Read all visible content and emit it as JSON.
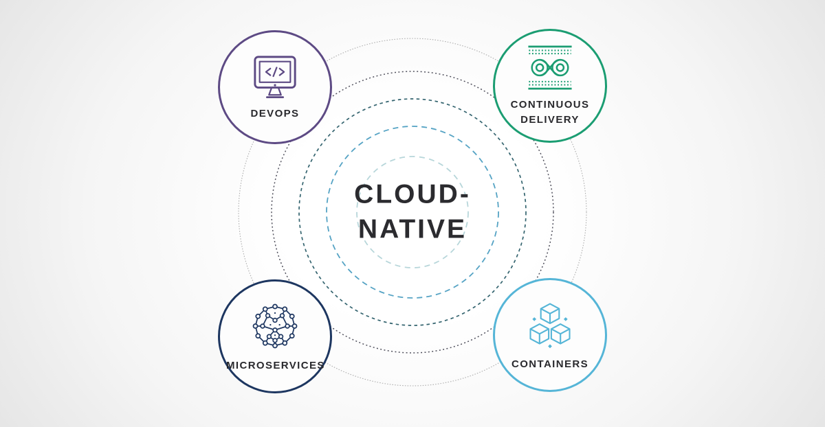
{
  "diagram": {
    "title": {
      "line1": "CLOUD-",
      "line2": "NATIVE",
      "color": "#2b2b2f"
    },
    "label_color": "#29292d",
    "badges": [
      {
        "id": "devops",
        "label": "DEVOPS",
        "color": "#5d4a84",
        "icon": "code-monitor-icon"
      },
      {
        "id": "continuous-delivery",
        "label": "CONTINUOUS DELIVERY",
        "color": "#1b9d72",
        "icon": "infinity-pipeline-icon"
      },
      {
        "id": "microservices",
        "label": "MICROSERVICES",
        "color": "#1d3660",
        "icon": "node-mesh-sphere-icon"
      },
      {
        "id": "containers",
        "label": "CONTAINERS",
        "color": "#55b5d7",
        "icon": "isometric-cubes-icon"
      }
    ],
    "rings": [
      {
        "name": "ring-1-outer",
        "color": "#ababab"
      },
      {
        "name": "ring-2",
        "color": "#50505c"
      },
      {
        "name": "ring-3",
        "color": "#34646f"
      },
      {
        "name": "ring-4",
        "color": "#55a3c4"
      },
      {
        "name": "ring-5-inner",
        "color": "#b7d6da"
      }
    ]
  }
}
